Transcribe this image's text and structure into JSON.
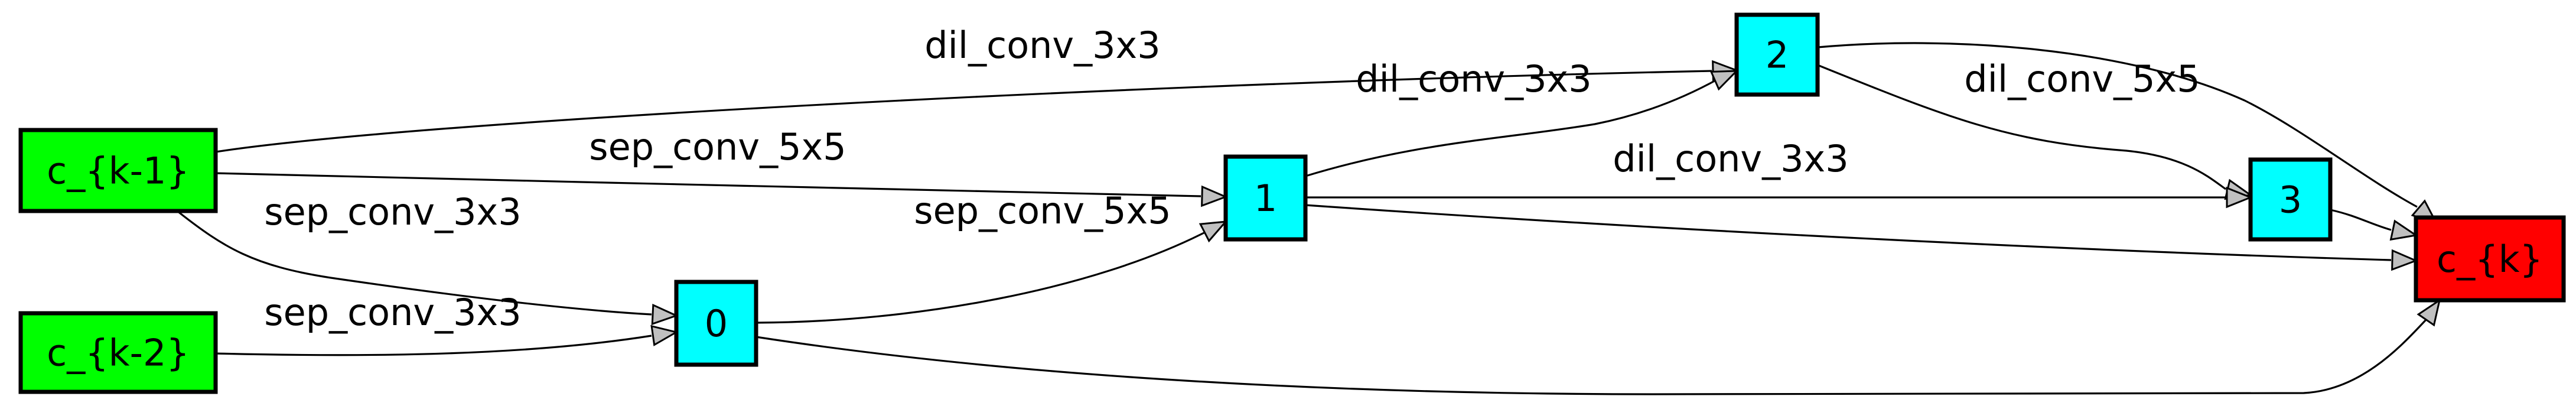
{
  "colors": {
    "input_node": "#00ff00",
    "intermediate_node": "#00ffff",
    "output_node": "#ff0000",
    "edge": "#000000",
    "arrowhead_fill": "#c0c0c0"
  },
  "nodes": [
    {
      "id": "ck1",
      "label": "c_{k-1}",
      "role": "input"
    },
    {
      "id": "ck2",
      "label": "c_{k-2}",
      "role": "input"
    },
    {
      "id": "n0",
      "label": "0",
      "role": "intermediate"
    },
    {
      "id": "n1",
      "label": "1",
      "role": "intermediate"
    },
    {
      "id": "n2",
      "label": "2",
      "role": "intermediate"
    },
    {
      "id": "n3",
      "label": "3",
      "role": "intermediate"
    },
    {
      "id": "ck",
      "label": "c_{k}",
      "role": "output"
    }
  ],
  "edges": [
    {
      "from": "ck1",
      "to": "n2",
      "label": "dil_conv_3x3"
    },
    {
      "from": "ck1",
      "to": "n1",
      "label": "sep_conv_5x5"
    },
    {
      "from": "ck1",
      "to": "n0",
      "label": "sep_conv_3x3"
    },
    {
      "from": "ck2",
      "to": "n0",
      "label": "sep_conv_3x3"
    },
    {
      "from": "n0",
      "to": "n1",
      "label": "sep_conv_5x5"
    },
    {
      "from": "n1",
      "to": "n2",
      "label": "dil_conv_3x3"
    },
    {
      "from": "n2",
      "to": "n3",
      "label": "dil_conv_5x5"
    },
    {
      "from": "n1",
      "to": "n3",
      "label": "dil_conv_3x3"
    },
    {
      "from": "n0",
      "to": "ck",
      "label": ""
    },
    {
      "from": "n1",
      "to": "ck",
      "label": ""
    },
    {
      "from": "n2",
      "to": "ck",
      "label": ""
    },
    {
      "from": "n3",
      "to": "ck",
      "label": ""
    }
  ]
}
